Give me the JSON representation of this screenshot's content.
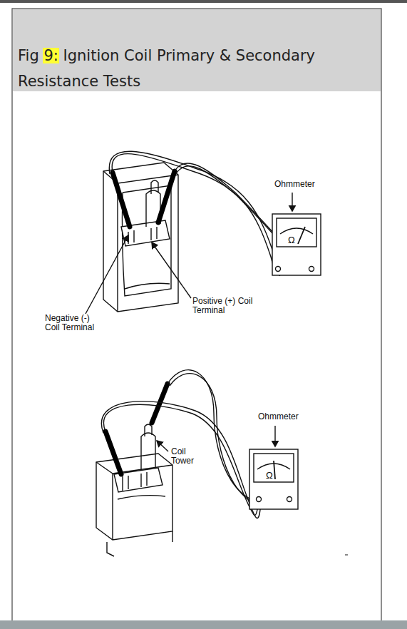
{
  "diagram": {
    "title": "Fig 9: Ignition Coil Primary & Secondary Resistance Tests",
    "labels": [
      "Ohmmeter",
      "Ω",
      "Negative (-) Coil Terminal",
      "Positive (+) Coil Terminal",
      "Ohmmeter",
      "Ω",
      "Coil Tower"
    ]
  }
}
